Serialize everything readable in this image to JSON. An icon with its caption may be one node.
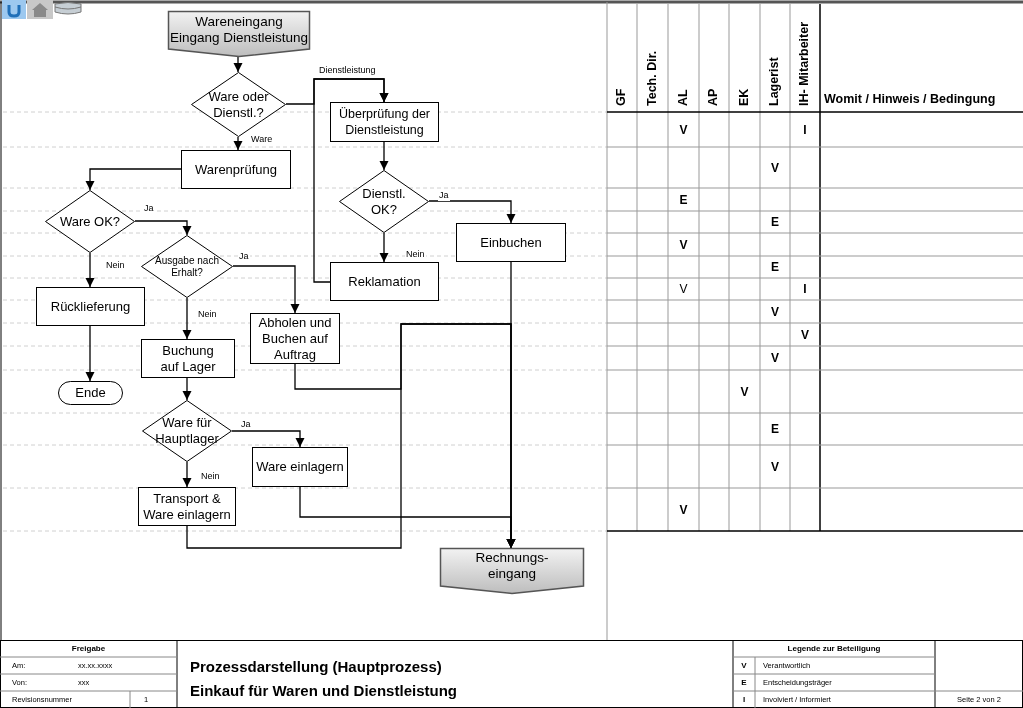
{
  "diagram": {
    "nodes": [
      {
        "text": [
          "Wareneingang Eingang Dienstleistung"
        ]
      },
      {
        "text": [
          "Ware oder Dienstl.?"
        ]
      },
      {
        "text": [
          "Warenprüfung"
        ]
      },
      {
        "text": [
          "Überprüfung der Dienstleistung"
        ]
      },
      {
        "text": [
          "Ware OK?"
        ]
      },
      {
        "text": [
          "Dienstl. OK?"
        ]
      },
      {
        "text": [
          "Einbuchen"
        ]
      },
      {
        "text": [
          "Ausgabe nach Erhalt?"
        ]
      },
      {
        "text": [
          "Reklamation"
        ]
      },
      {
        "text": [
          "Rücklieferung"
        ]
      },
      {
        "text": [
          "Abholen und Buchen auf Auftrag"
        ]
      },
      {
        "text": [
          "Buchung auf Lager"
        ]
      },
      {
        "text": [
          "Ende"
        ]
      },
      {
        "text": [
          "Ware für Hauptlager"
        ]
      },
      {
        "text": [
          "Ware einlagern"
        ]
      },
      {
        "text": [
          "Transport & Ware einlagern"
        ]
      },
      {
        "text": [
          "Rechnungs- eingang"
        ]
      }
    ],
    "edges": [
      {
        "from": 0,
        "to": 1,
        "arrow": "to"
      },
      {
        "from": 1,
        "to": 3,
        "arrow": "to",
        "label": "Dienstleistung"
      },
      {
        "from": 1,
        "to": 2,
        "arrow": "to",
        "label": "Ware"
      },
      {
        "from": 2,
        "to": 4,
        "arrow": "to"
      },
      {
        "from": 3,
        "to": 5,
        "arrow": "to"
      },
      {
        "from": 4,
        "to": 7,
        "arrow": "to",
        "label": "Ja"
      },
      {
        "from": 4,
        "to": 9,
        "arrow": "to",
        "label": "Nein"
      },
      {
        "from": 5,
        "to": 6,
        "arrow": "to",
        "label": "Ja"
      },
      {
        "from": 5,
        "to": 8,
        "arrow": "to",
        "label": "Nein"
      },
      {
        "from": 8,
        "to": 3,
        "arrow": "to"
      },
      {
        "from": 7,
        "to": 10,
        "arrow": "to",
        "label": "Ja"
      },
      {
        "from": 7,
        "to": 11,
        "arrow": "to",
        "label": "Nein"
      },
      {
        "from": 9,
        "to": 12,
        "arrow": "to"
      },
      {
        "from": 11,
        "to": 13,
        "arrow": "to"
      },
      {
        "from": 13,
        "to": 14,
        "arrow": "to",
        "label": "Ja"
      },
      {
        "from": 13,
        "to": 15,
        "arrow": "to",
        "label": "Nein"
      },
      {
        "from": 6,
        "to": 16,
        "arrow": "to"
      },
      {
        "from": 10,
        "to": 16,
        "arrow": "to"
      },
      {
        "from": 15,
        "to": 16,
        "arrow": "to"
      },
      {
        "from": 14,
        "to": 16,
        "arrow": "to"
      }
    ],
    "labels": [
      "GF",
      "Tech. Dir.",
      "AL",
      "AP",
      "EK",
      "Lagerist",
      "IH- Mitarbeiter",
      "Womit / Hinweis / Bedingung",
      "V",
      "I",
      "V",
      "E",
      "E",
      "V",
      "E",
      "V",
      "I",
      "V",
      "V",
      "V",
      "V",
      "E",
      "V",
      "V",
      "Freigabe",
      "Am:",
      "xx.xx.xxxx",
      "Von:",
      "xxx",
      "Revisionsnummer",
      "1",
      "Prozessdarstellung (Hauptprozess)",
      "Einkauf für Waren und Dienstleistung",
      "Legende zur Beteiligung",
      "V",
      "Verantwortlich",
      "E",
      "Entscheidungsträger",
      "I",
      "Involviert / Informiert",
      "Seite 2 von 2"
    ]
  }
}
